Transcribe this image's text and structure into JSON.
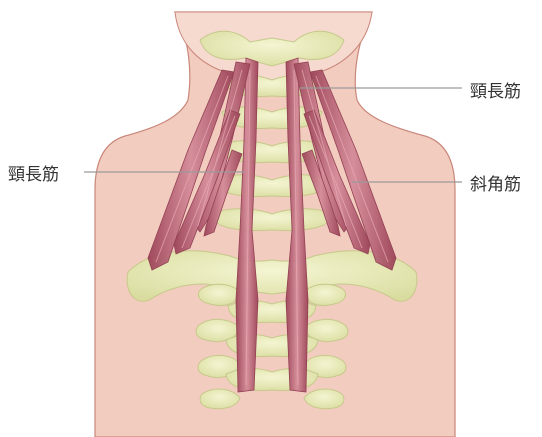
{
  "labels": {
    "longus_colli_right": "頸長筋",
    "longus_colli_left": "頸長筋",
    "scalenes": "斜角筋"
  },
  "colors": {
    "skin": "#f3ccc0",
    "skin_outline": "#c9877a",
    "bone": "#e6e7b0",
    "bone_outline": "#c6c98a",
    "muscle": "#b3566a",
    "muscle_light": "#d98a98",
    "leader_line": "#9a9a9a"
  }
}
